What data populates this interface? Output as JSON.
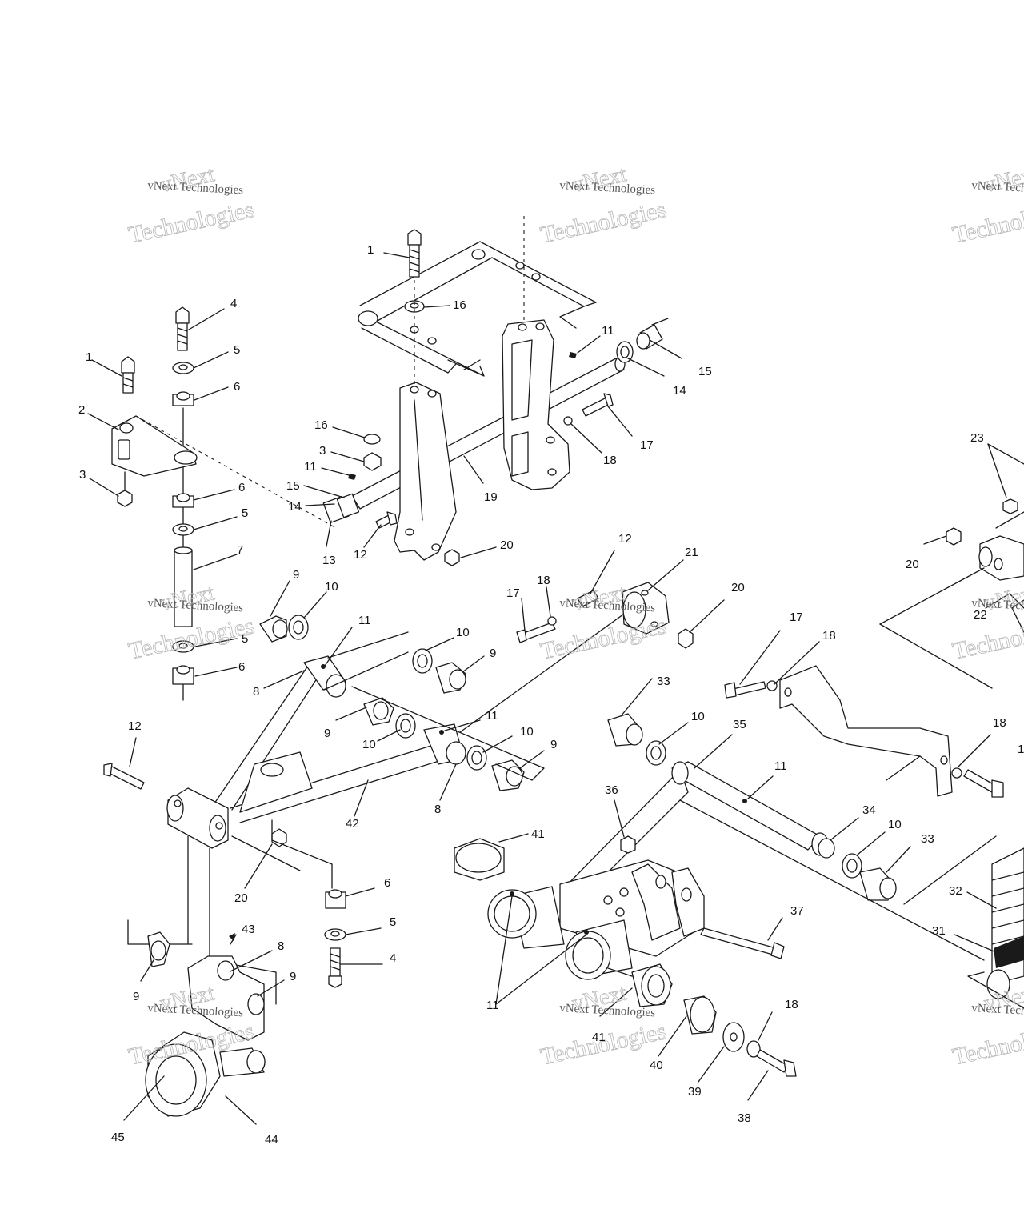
{
  "watermark": {
    "line1": "vNext",
    "line2": "vNext Technologies",
    "line3": "Technologies"
  },
  "callouts": {
    "c1a": "1",
    "c1b": "1",
    "c2": "2",
    "c3a": "3",
    "c3b": "3",
    "c4a": "4",
    "c4b": "4",
    "c5a": "5",
    "c5b": "5",
    "c5c": "5",
    "c5d": "5",
    "c6a": "6",
    "c6b": "6",
    "c6c": "6",
    "c6d": "6",
    "c7": "7",
    "c8a": "8",
    "c8b": "8",
    "c8c": "8",
    "c9a": "9",
    "c9b": "9",
    "c9c": "9",
    "c9d": "9",
    "c9e": "9",
    "c9f": "9",
    "c10a": "10",
    "c10b": "10",
    "c10c": "10",
    "c10d": "10",
    "c10e": "10",
    "c10f": "10",
    "c11a": "11",
    "c11b": "11",
    "c11c": "11",
    "c11d": "11",
    "c11e": "11",
    "c11f": "11",
    "c12a": "12",
    "c12b": "12",
    "c12c": "12",
    "c13": "13",
    "c14a": "14",
    "c14b": "14",
    "c15a": "15",
    "c15b": "15",
    "c16a": "16",
    "c16b": "16",
    "c17a": "17",
    "c17b": "17",
    "c17c": "17",
    "c18a": "18",
    "c18b": "18",
    "c18c": "18",
    "c18d": "18",
    "c18e": "18",
    "c19": "19",
    "c20a": "20",
    "c20b": "20",
    "c20c": "20",
    "c20d": "20",
    "c21": "21",
    "c22": "22",
    "c23": "23",
    "c31": "31",
    "c32": "32",
    "c33a": "33",
    "c33b": "33",
    "c34": "34",
    "c35": "35",
    "c36": "36",
    "c37": "37",
    "c38": "38",
    "c39": "39",
    "c40": "40",
    "c41a": "41",
    "c41b": "41",
    "c42": "42",
    "c43": "43",
    "c44": "44",
    "c45": "45",
    "c_edge": "1"
  }
}
